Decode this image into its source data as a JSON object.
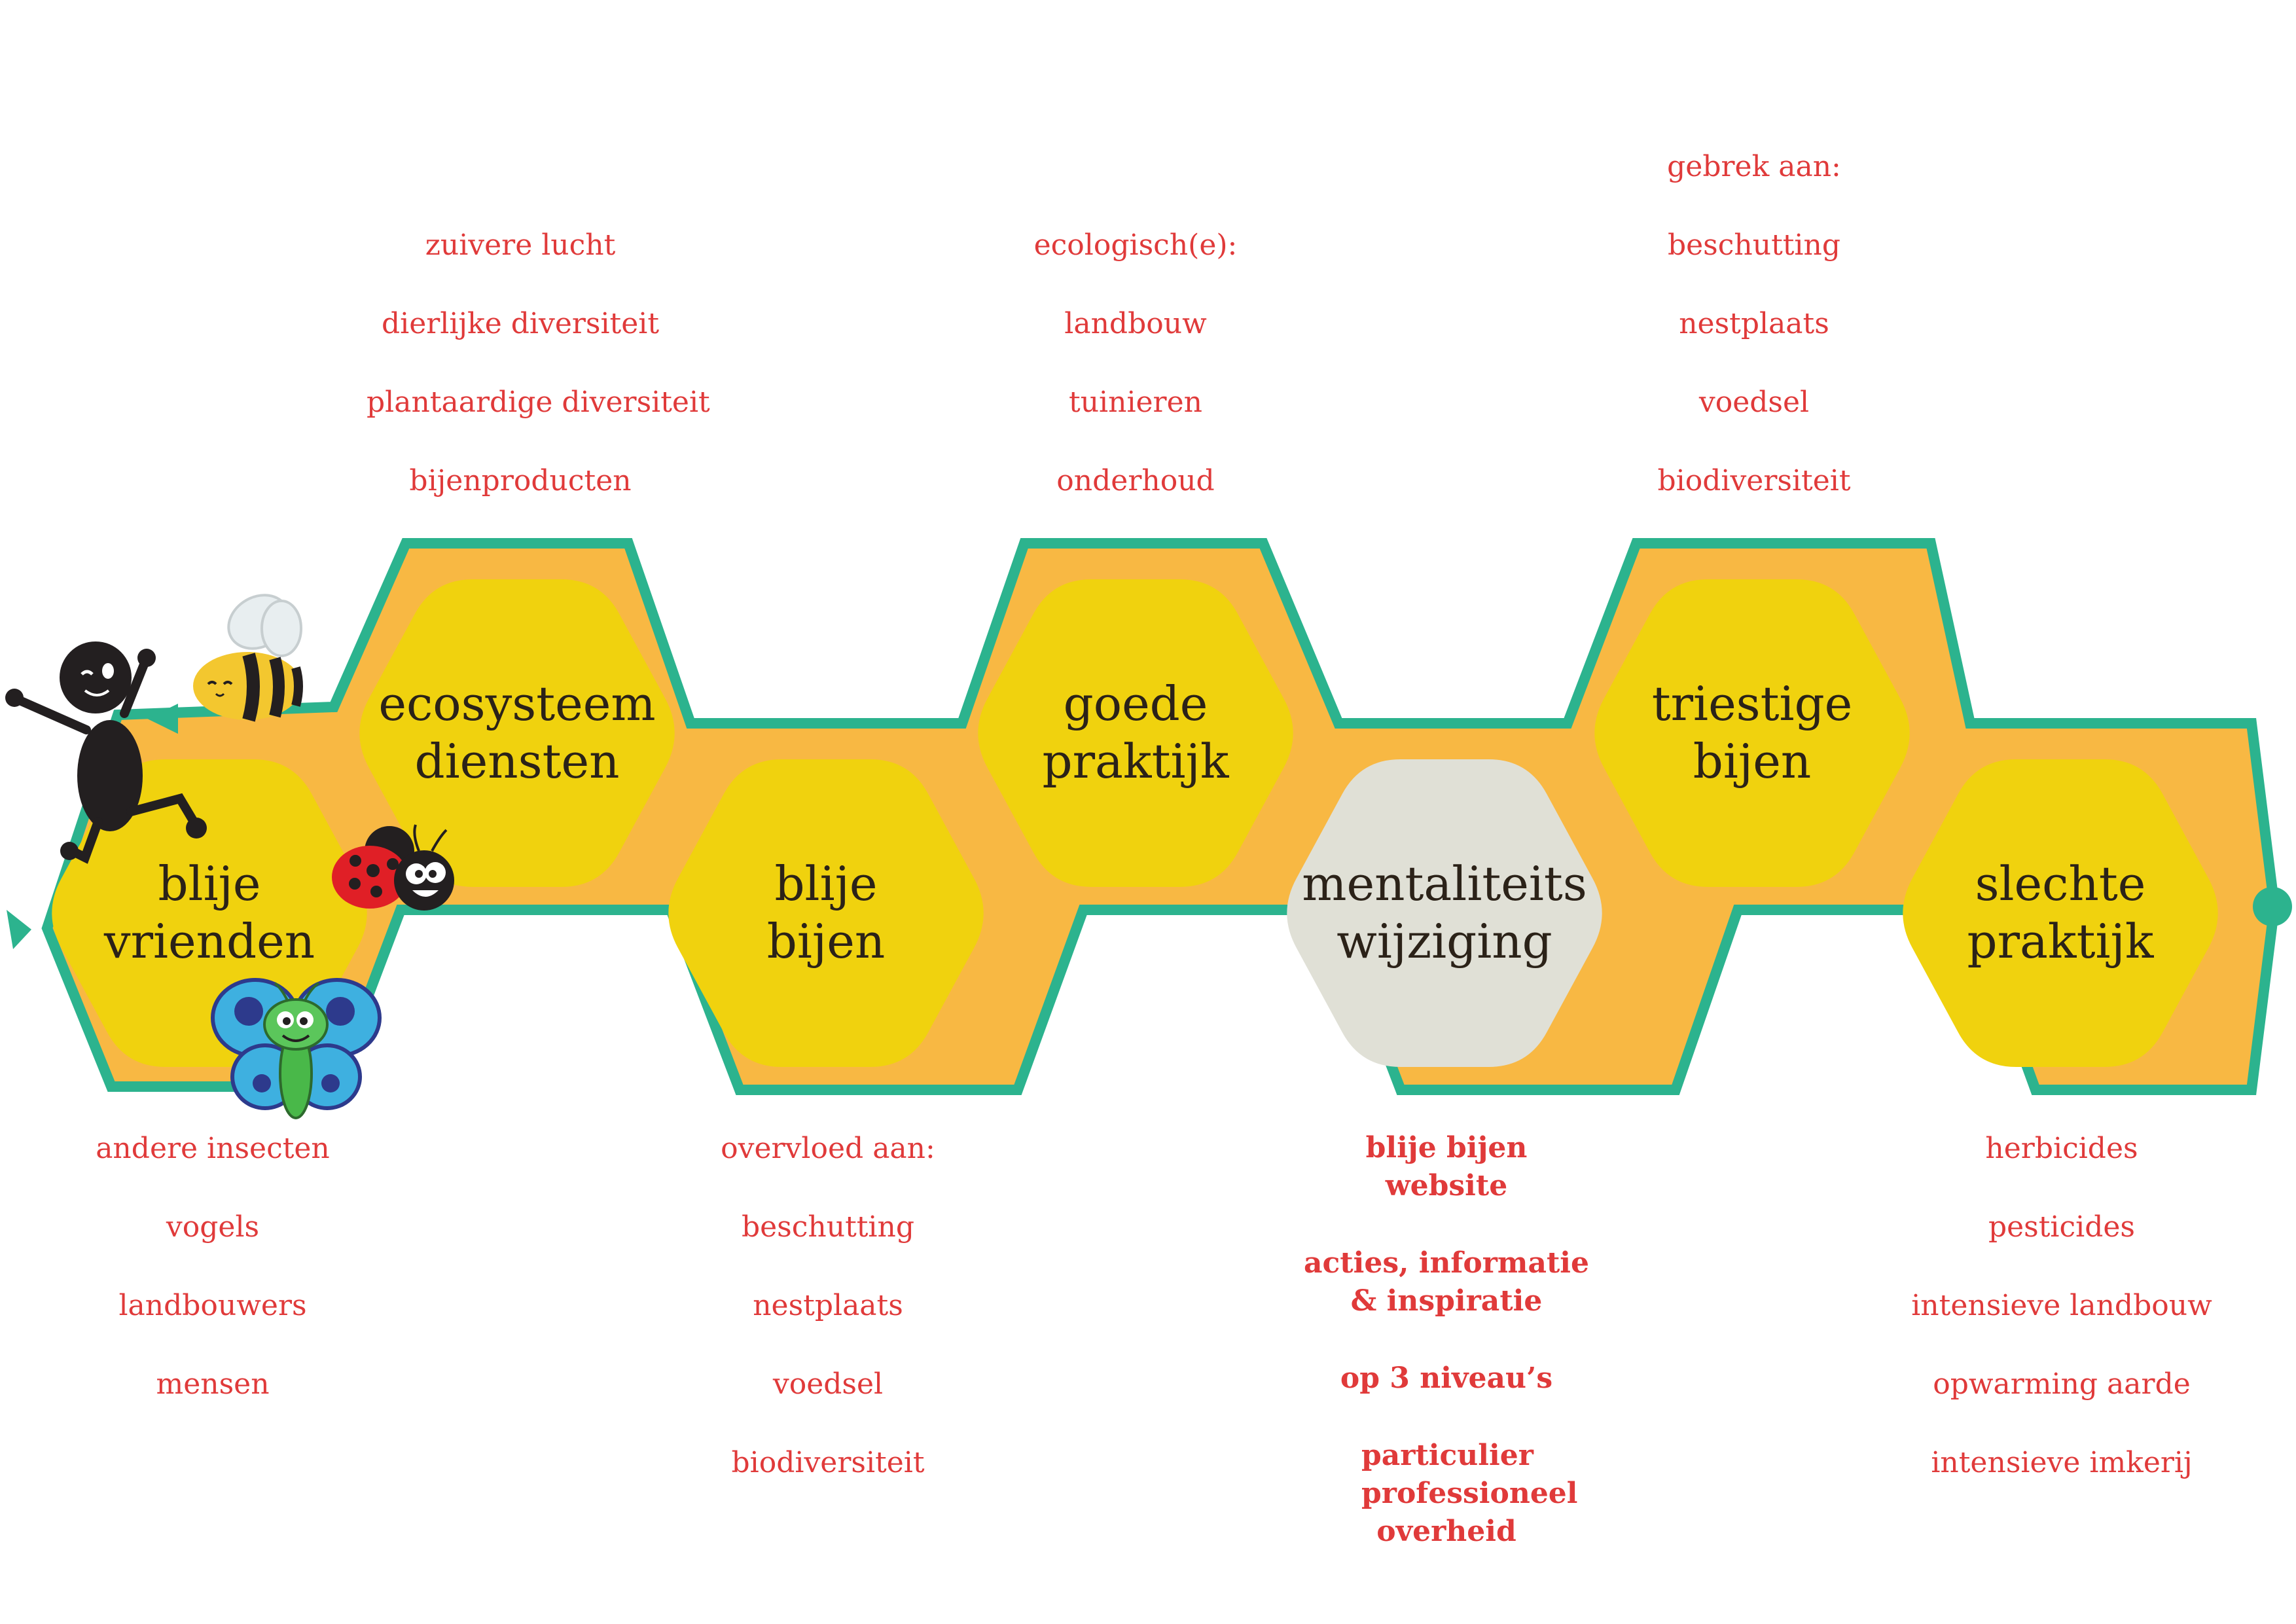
{
  "colors": {
    "teal": "#2cb38e",
    "orange": "#f8b843",
    "yellow": "#f0d20e",
    "grey_hex": "#e0e0d6",
    "text": "#2b2218",
    "note_red": "#e03a3a"
  },
  "hexagons": [
    {
      "id": "blije-vrienden",
      "line1": "blije",
      "line2": "vrienden"
    },
    {
      "id": "ecosysteem-diensten",
      "line1": "ecosysteem",
      "line2": "diensten"
    },
    {
      "id": "blije-bijen",
      "line1": "blije",
      "line2": "bijen"
    },
    {
      "id": "goede-praktijk",
      "line1": "goede",
      "line2": "praktijk"
    },
    {
      "id": "mentaliteits-wijziging",
      "line1": "mentaliteits",
      "line2": "wijziging"
    },
    {
      "id": "triestige-bijen",
      "line1": "triestige",
      "line2": "bijen"
    },
    {
      "id": "slechte-praktijk",
      "line1": "slechte",
      "line2": "praktijk"
    }
  ],
  "notes": {
    "ecosysteem": [
      "zuivere lucht",
      "dierlijke diversiteit",
      "plantaardige diversiteit",
      "bijenproducten"
    ],
    "goede": [
      "ecologisch(e):",
      "landbouw",
      "tuinieren",
      "onderhoud"
    ],
    "triestige": [
      "gebrek aan:",
      "beschutting",
      "nestplaats",
      "voedsel",
      "biodiversiteit"
    ],
    "vrienden": [
      "andere insecten",
      "vogels",
      "landbouwers",
      "mensen"
    ],
    "bijen": [
      "overvloed aan:",
      "beschutting",
      "nestplaats",
      "voedsel",
      "biodiversiteit"
    ],
    "mentaliteit": [
      "blije bijen website",
      "acties, informatie & inspiratie",
      "op 3 niveau’s",
      "particulier professioneel overheid"
    ],
    "slechte": [
      "herbicides",
      "pesticides",
      "intensieve landbouw",
      "opwarming aarde",
      "intensieve imkerij"
    ]
  },
  "characters": [
    "ant-figure",
    "bee",
    "ladybug",
    "butterfly"
  ]
}
